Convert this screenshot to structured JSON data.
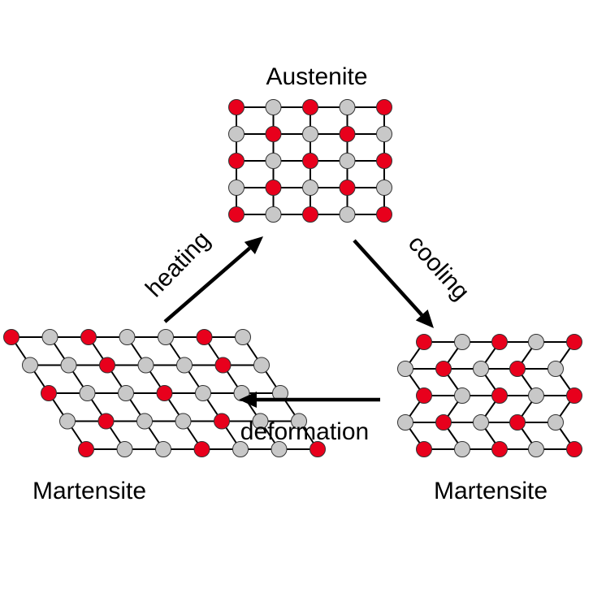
{
  "labels": {
    "top": "Austenite",
    "bottom_left": "Martensite",
    "bottom_right": "Martensite",
    "heating": "heating",
    "cooling": "cooling",
    "deformation": "deformation"
  },
  "colors": {
    "red_atom": "#e8001c",
    "gray_atom": "#c8c8c8",
    "bond": "#000000",
    "arrow": "#000000"
  }
}
